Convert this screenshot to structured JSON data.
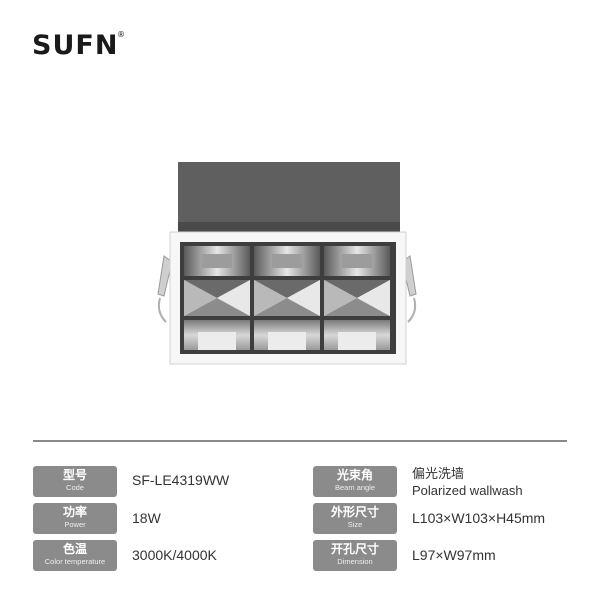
{
  "brand": {
    "logo_text": "SUFN",
    "registered_mark": "®"
  },
  "specs": {
    "code": {
      "label_zh": "型号",
      "label_en": "Code",
      "value": "SF-LE4319WW"
    },
    "power": {
      "label_zh": "功率",
      "label_en": "Power",
      "value": "18W"
    },
    "color_temperature": {
      "label_zh": "色温",
      "label_en": "Color temperature",
      "value": "3000K/4000K"
    },
    "beam_angle": {
      "label_zh": "光束角",
      "label_en": "Beam angle",
      "value_zh": "偏光洗墙",
      "value_en": "Polarized wallwash"
    },
    "size": {
      "label_zh": "外形尺寸",
      "label_en": "Size",
      "value": "L103×W103×H45mm"
    },
    "dimension": {
      "label_zh": "开孔尺寸",
      "label_en": "Dimension",
      "value": "L97×W97mm"
    }
  },
  "colors": {
    "label_bg": "#8b8b8b",
    "divider": "#8a8a8a",
    "text": "#333333"
  }
}
